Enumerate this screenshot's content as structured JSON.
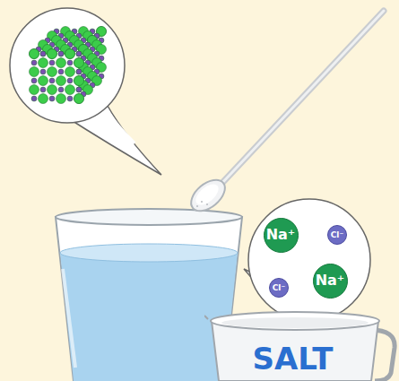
{
  "diagram": {
    "nodes": [
      {
        "text": [
          "Na⁺"
        ]
      },
      {
        "text": [
          "Cl⁻"
        ]
      },
      {
        "text": [
          "Cl⁻"
        ]
      },
      {
        "text": [
          "Na⁺"
        ]
      },
      {
        "text": [
          "SALT"
        ]
      }
    ]
  }
}
